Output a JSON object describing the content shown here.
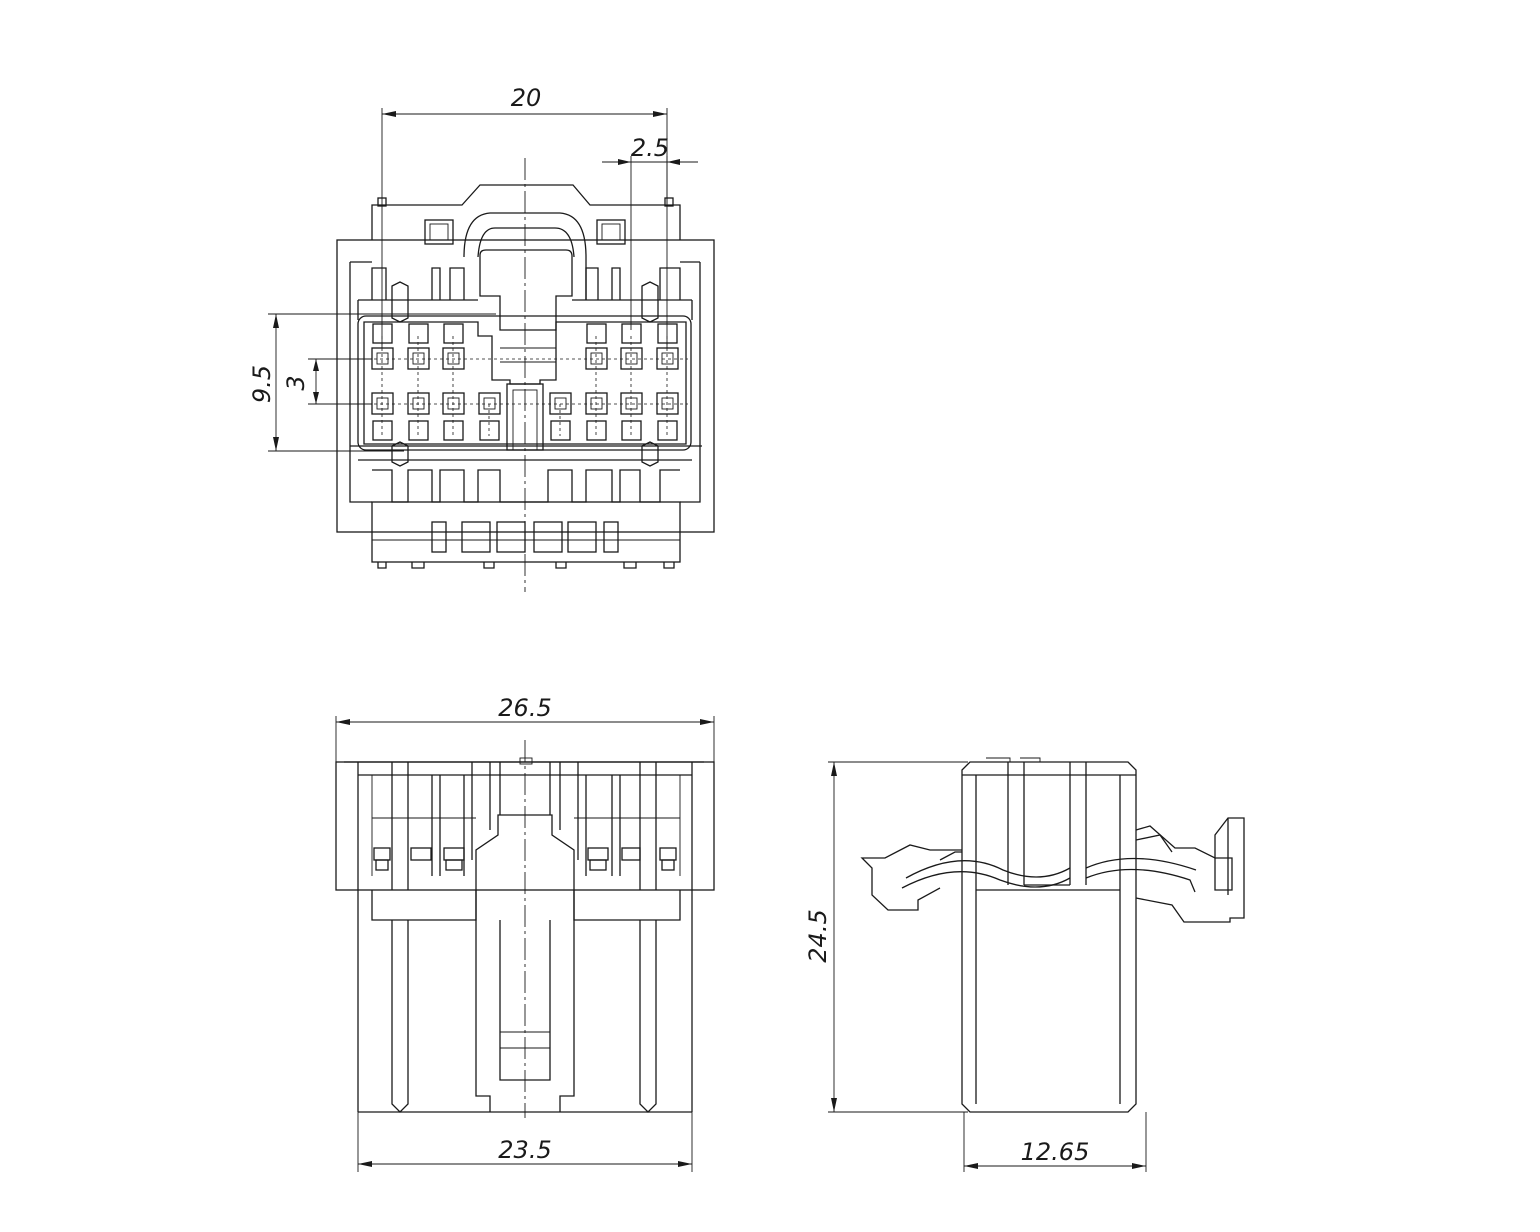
{
  "dimensions": {
    "pitch_width": "20",
    "pin_pitch": "2.5",
    "row_height": "9.5",
    "row_pitch": "3",
    "overall_width": "26.5",
    "body_width": "23.5",
    "overall_height": "24.5",
    "depth": "12.65"
  },
  "colors": {
    "line": "#1a1a1a",
    "background": "#ffffff"
  }
}
